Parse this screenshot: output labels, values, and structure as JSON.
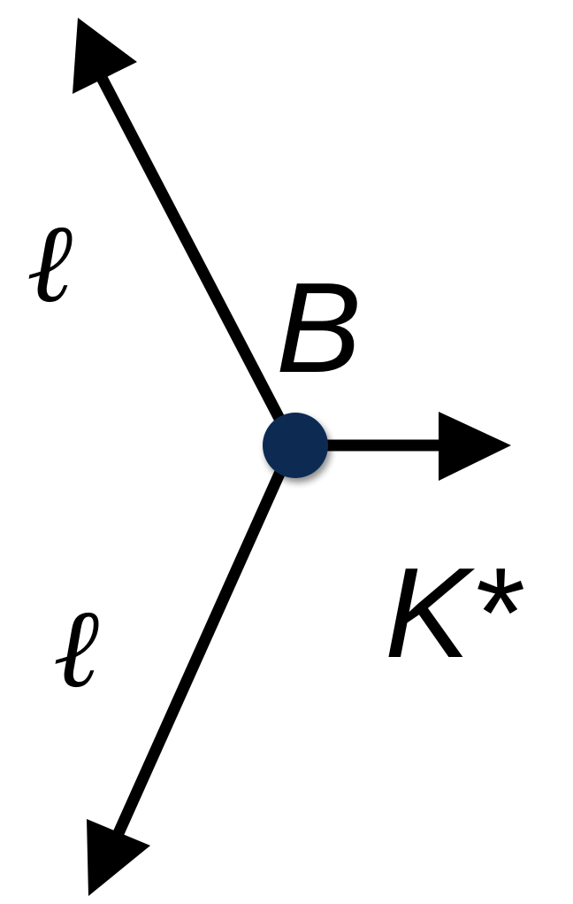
{
  "labels": {
    "lepton_top": "ℓ",
    "lepton_bottom": "ℓ",
    "vertex": "B",
    "kaon": "K*"
  },
  "colors": {
    "vertex_fill": "#0f2a52",
    "line": "#000000",
    "background": "#ffffff"
  }
}
